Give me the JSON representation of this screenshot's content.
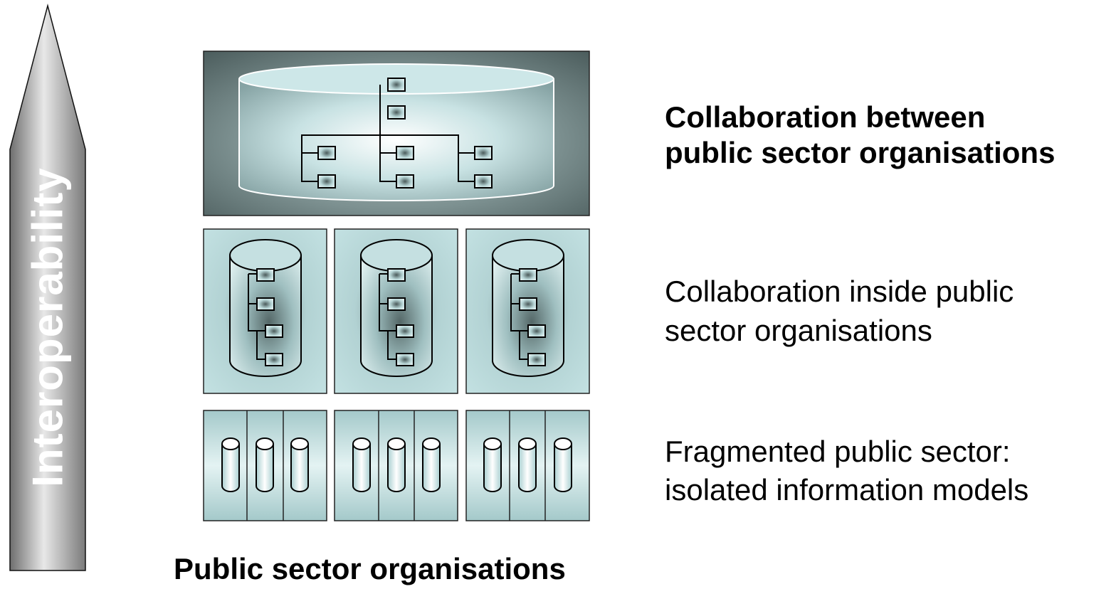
{
  "arrow_label": "Interoperability",
  "levels": [
    {
      "id": "collaboration-between",
      "line1": "Collaboration between",
      "line2": "public sector organisations",
      "bold": true
    },
    {
      "id": "collaboration-inside",
      "line1": "Collaboration inside public",
      "line2": "sector organisations",
      "bold": false
    },
    {
      "id": "fragmented",
      "line1": "Fragmented public sector:",
      "line2": "isolated information models",
      "bold": false
    }
  ],
  "bottom_label": "Public sector organisations",
  "colors": {
    "dark_panel": "#5a6c6c",
    "light_panel": "#b9dcdd",
    "cylinder_fill": "#cfe7e8",
    "arrow_gray": "#8a8a8a",
    "node_fill": "#c9e2e3"
  }
}
